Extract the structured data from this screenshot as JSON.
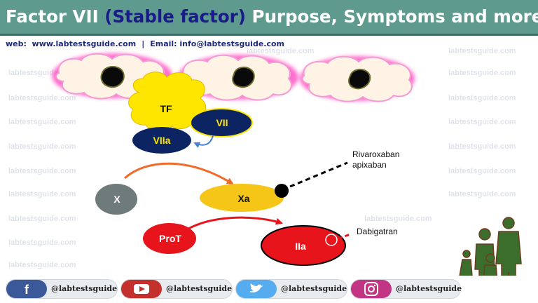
{
  "header": {
    "title_main": "Factor VII",
    "title_accent": " (Stable factor)",
    "title_rest": " Purpose, Symptoms and more"
  },
  "contact": {
    "web": "web:  www.labtestsguide.com",
    "separator": "|",
    "email": "Email: info@labtestsguide.com"
  },
  "watermark": "labtestsguide.com",
  "diagram": {
    "nodes": {
      "tf": "TF",
      "vii": "VII",
      "viia": "VIIa",
      "x": "X",
      "xa": "Xa",
      "prot": "ProT",
      "iia": "IIa"
    },
    "inhibitors": {
      "rivaroxaban": "Rivaroxaban",
      "apixaban": "apixaban",
      "dabigatran": "Dabigatran"
    }
  },
  "social": [
    {
      "network": "facebook",
      "icon": "facebook-icon",
      "handle": "@labtestsguide",
      "color": "#3b5998"
    },
    {
      "network": "youtube",
      "icon": "youtube-icon",
      "handle": "@labtestsguide",
      "color": "#c4302b"
    },
    {
      "network": "twitter",
      "icon": "twitter-icon",
      "handle": "@labtestsguide",
      "color": "#55acee"
    },
    {
      "network": "instagram",
      "icon": "instagram-icon",
      "handle": "@labtestsguide",
      "color": "#c13584"
    }
  ],
  "colors": {
    "header_bg": "#5f9a8f",
    "title_accent": "#1a1a8a",
    "tf_yellow": "#ffe600",
    "navy": "#0c2461",
    "xa_yellow": "#f5c518",
    "red": "#e8141b",
    "gray": "#6f7a7a",
    "arrow_orange": "#f06a2a"
  }
}
